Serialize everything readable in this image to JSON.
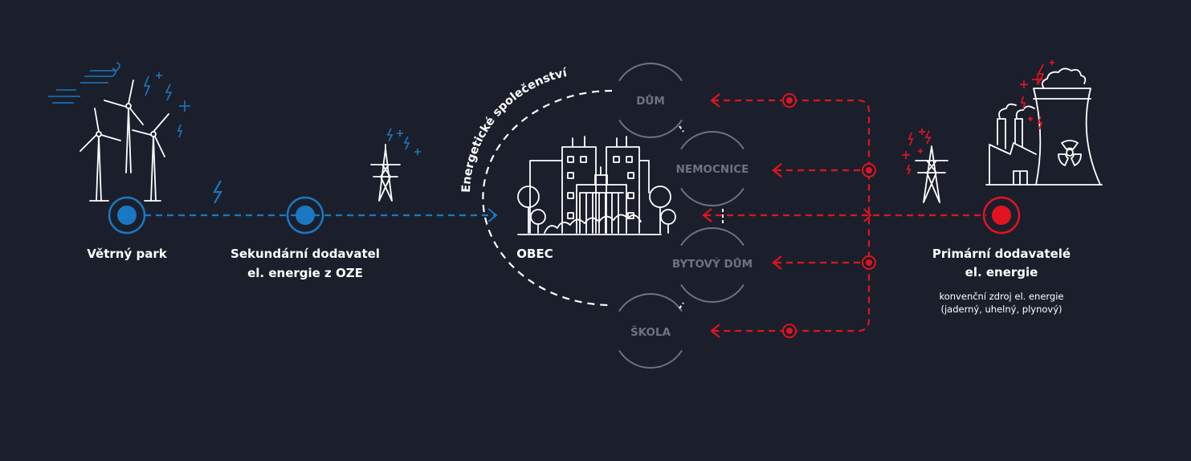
{
  "colors": {
    "background": "#1b1f2c",
    "renewable": "#1a78c2",
    "conventional": "#e0141e",
    "member": "#6e7382",
    "text": "#ffffff"
  },
  "nodes": {
    "wind_park": {
      "label": "Větrný park"
    },
    "secondary": {
      "line1": "Sekundární dodavatel",
      "line2": "el. energie z OZE"
    },
    "municipality": {
      "label": "OBEC"
    },
    "primary": {
      "line1": "Primární dodavatelé",
      "line2": "el. energie",
      "sub1": "konvenční zdroj el. energie",
      "sub2": "(jaderný, uhelný, plynový)"
    }
  },
  "community": {
    "title": "Energetické společenství",
    "members": [
      {
        "label": "DŮM"
      },
      {
        "label": "NEMOCNICE"
      },
      {
        "label": "BYTOVÝ DŮM"
      },
      {
        "label": "ŠKOLA"
      }
    ]
  }
}
